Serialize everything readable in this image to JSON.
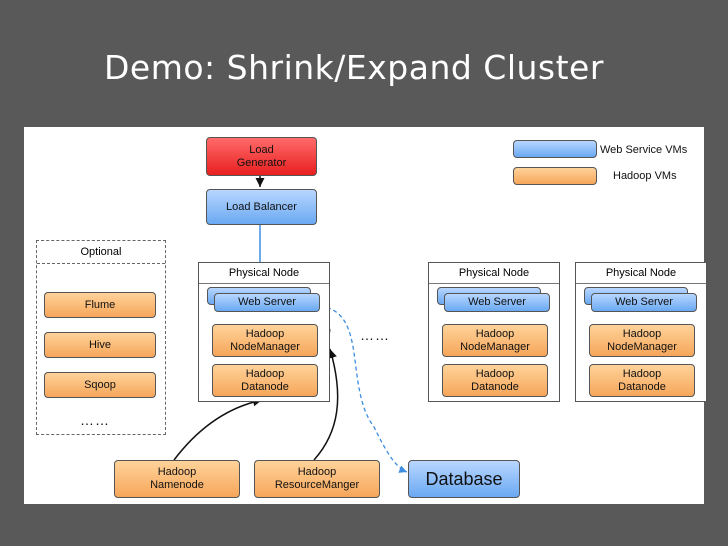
{
  "slide": {
    "title": "Demo: Shrink/Expand Cluster"
  },
  "diagram": {
    "load_generator": "Load\nGenerator",
    "load_balancer": "Load Balancer",
    "physical_node_label": "Physical Node",
    "web_server": "Web Server",
    "node_manager": "Hadoop\nNodeManager",
    "datanode": "Hadoop\nDatanode",
    "namenode": "Hadoop\nNamenode",
    "resource_manager": "Hadoop\nResourceManger",
    "database": "Database",
    "ellipsis": "……",
    "optional": {
      "header": "Optional",
      "items": [
        "Flume",
        "Hive",
        "Sqoop"
      ],
      "more": "……"
    },
    "legend": {
      "web_service": "Web Service VMs",
      "hadoop": "Hadoop VMs"
    },
    "colors": {
      "load_generator": "#f03a3a",
      "web_service": "#8cbcf7",
      "hadoop": "#f8b877",
      "http_link": "#3d8de0",
      "control_link": "#111111"
    }
  }
}
